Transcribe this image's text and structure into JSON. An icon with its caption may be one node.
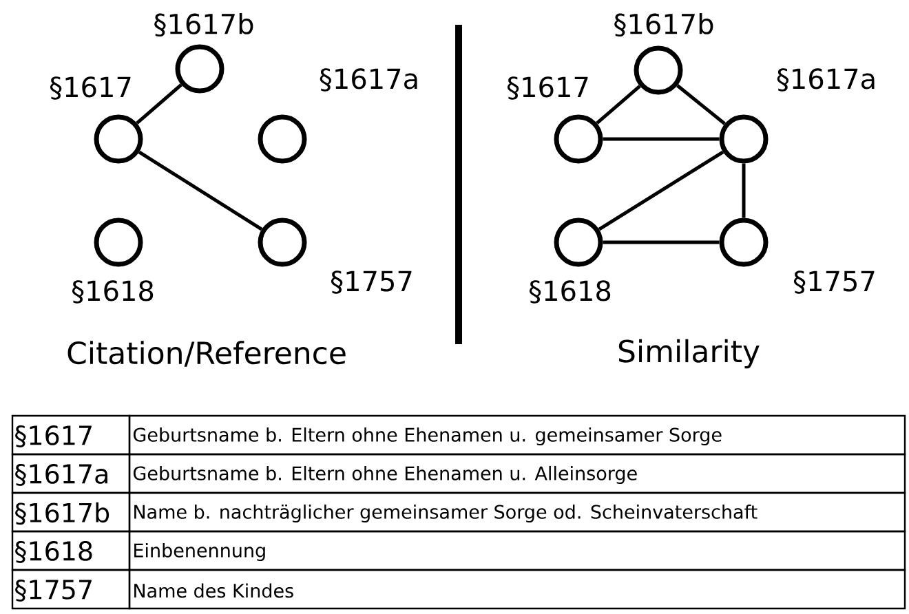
{
  "diagram": {
    "nodes": [
      {
        "text": [],
        "shape": "circle",
        "beside": [
          "§1617b"
        ]
      },
      {
        "text": [],
        "shape": "circle",
        "beside": [
          "§1617"
        ]
      },
      {
        "text": [],
        "shape": "circle",
        "beside": [
          "§1617a"
        ]
      },
      {
        "text": [],
        "shape": "circle",
        "beside": [
          "§1618"
        ]
      },
      {
        "text": [],
        "shape": "circle",
        "beside": [
          "§1757"
        ]
      },
      {
        "text": [],
        "shape": "circle",
        "beside": [
          "§1617b"
        ]
      },
      {
        "text": [],
        "shape": "circle",
        "beside": [
          "§1617"
        ]
      },
      {
        "text": [],
        "shape": "circle",
        "beside": [
          "§1617a"
        ]
      },
      {
        "text": [],
        "shape": "circle",
        "beside": [
          "§1618"
        ]
      },
      {
        "text": [],
        "shape": "circle",
        "beside": [
          "§1757"
        ]
      }
    ],
    "edges": [
      {
        "from": 1,
        "to": 0,
        "arrow": "none"
      },
      {
        "from": 1,
        "to": 4,
        "arrow": "none"
      },
      {
        "from": 6,
        "to": 5,
        "arrow": "none"
      },
      {
        "from": 5,
        "to": 7,
        "arrow": "none"
      },
      {
        "from": 6,
        "to": 7,
        "arrow": "none"
      },
      {
        "from": 7,
        "to": 8,
        "arrow": "none"
      },
      {
        "from": 7,
        "to": 9,
        "arrow": "none"
      },
      {
        "from": 8,
        "to": 9,
        "arrow": "none"
      }
    ],
    "labels": [
      "Citation/Reference",
      "Similarity",
      "§1617",
      "Geburtsname b. Eltern ohne Ehenamen u. gemeinsamer Sorge",
      "§1617a",
      "Geburtsname b. Eltern ohne Ehenamen u. Alleinsorge",
      "§1617b",
      "Name b. nachträglicher gemeinsamer Sorge od. Scheinvaterschaft",
      "§1618",
      "Einbenennung",
      "§1757",
      "Name des Kindes"
    ]
  }
}
